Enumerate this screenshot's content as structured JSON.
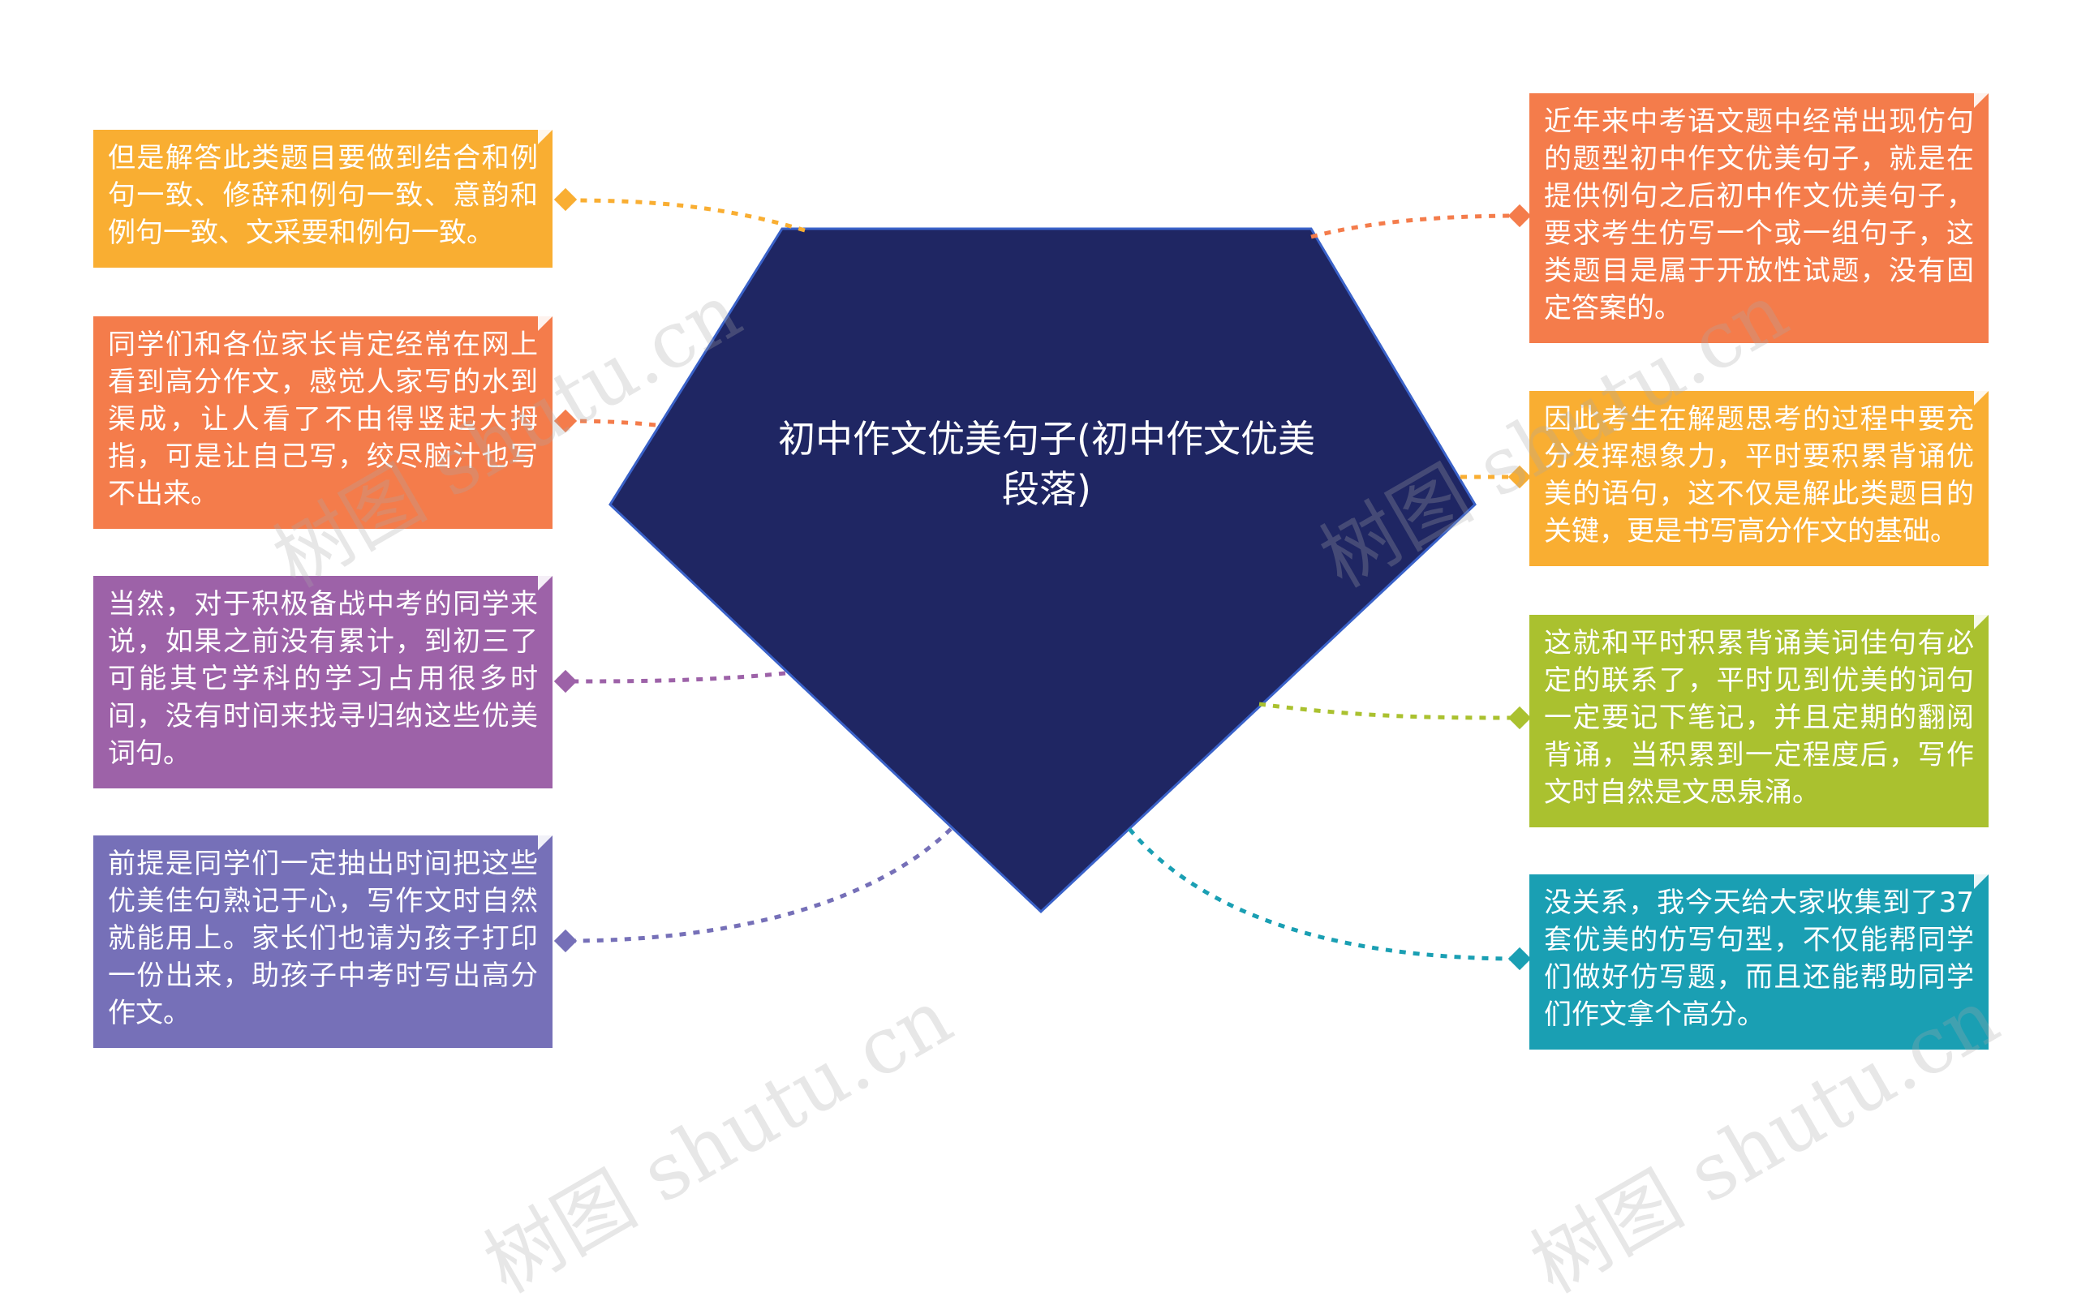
{
  "center": {
    "title": "初中作文优美句子(初中作文优美段落)",
    "color": "#1f2663"
  },
  "nodes": [
    {
      "id": "l1",
      "side": "left",
      "color": "#f9ae32",
      "text": "但是解答此类题目要做到结合和例句一致、修辞和例句一致、意韵和例句一致、文采要和例句一致。"
    },
    {
      "id": "l2",
      "side": "left",
      "color": "#f47c4b",
      "text": "同学们和各位家长肯定经常在网上看到高分作文，感觉人家写的水到渠成，让人看了不由得竖起大拇指，可是让自己写，绞尽脑汁也写不出来。"
    },
    {
      "id": "l3",
      "side": "left",
      "color": "#9d62a8",
      "text": "当然，对于积极备战中考的同学来说，如果之前没有累计，到初三了可能其它学科的学习占用很多时间，没有时间来找寻归纳这些优美词句。"
    },
    {
      "id": "l4",
      "side": "left",
      "color": "#7670b8",
      "text": "前提是同学们一定抽出时间把这些优美佳句熟记于心，写作文时自然就能用上。家长们也请为孩子打印一份出来，助孩子中考时写出高分作文。"
    },
    {
      "id": "r1",
      "side": "right",
      "color": "#f47c4b",
      "text": "近年来中考语文题中经常出现仿句的题型初中作文优美句子，就是在提供例句之后初中作文优美句子，要求考生仿写一个或一组句子，这类题目是属于开放性试题，没有固定答案的。"
    },
    {
      "id": "r2",
      "side": "right",
      "color": "#f9ae32",
      "text": "因此考生在解题思考的过程中要充分发挥想象力，平时要积累背诵优美的语句，这不仅是解此类题目的关键，更是书写高分作文的基础。"
    },
    {
      "id": "r3",
      "side": "right",
      "color": "#aac12f",
      "text": "这就和平时积累背诵美词佳句有必定的联系了，平时见到优美的词句一定要记下笔记，并且定期的翻阅背诵，当积累到一定程度后，写作文时自然是文思泉涌。"
    },
    {
      "id": "r4",
      "side": "right",
      "color": "#1a9fb3",
      "text": "没关系，我今天给大家收集到了37套优美的仿写句型，不仅能帮同学们做好仿写题，而且还能帮助同学们作文拿个高分。"
    }
  ],
  "watermark": "树图 shutu.cn"
}
